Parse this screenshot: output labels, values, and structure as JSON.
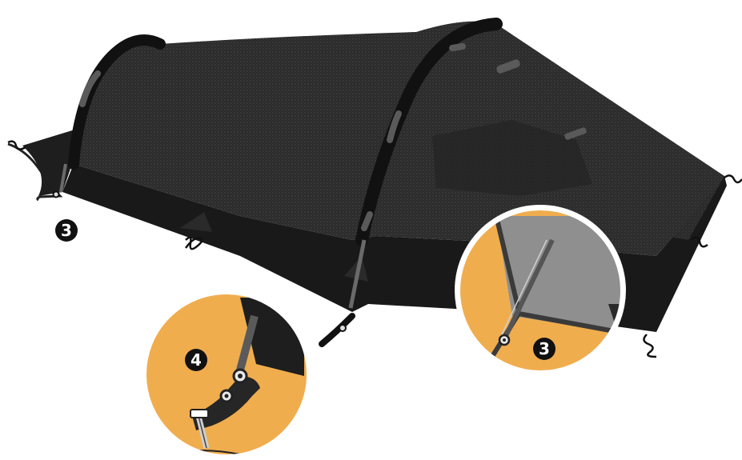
{
  "steps": {
    "left_label": "3",
    "detail_right_label": "3",
    "detail_left_label": "4"
  },
  "colors": {
    "tent_mesh": "#2e2e2e",
    "tent_dark": "#1b1b1b",
    "pole": "#222222",
    "pole_band": "#5a5a5a",
    "ground": "#f0ad4e",
    "fabric_grey": "#8f8f8f",
    "circle_stroke": "#ffffff",
    "badge_fill": "#111111",
    "badge_text": "#ffffff"
  },
  "icons": {
    "stake_loops": "figure-eight-guyline-icon",
    "pole_tip": "grommet-icon"
  }
}
